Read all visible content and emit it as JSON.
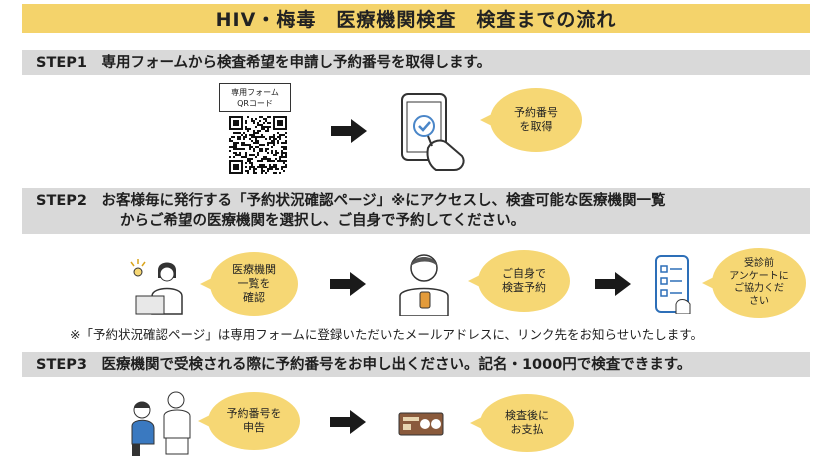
{
  "title": "HIV・梅毒　医療機関検査　検査までの流れ",
  "step1": {
    "heading": "STEP1　専用フォームから検査希望を申請し予約番号を取得します。",
    "qr_label": "専用フォーム\nQRコード",
    "bubble": "予約番号\nを取得"
  },
  "step2": {
    "heading_line1": "STEP2　お客様毎に発行する「予約状況確認ページ」※にアクセスし、検査可能な医療機関一覧",
    "heading_line2": "からご希望の医療機関を選択し、ご自身で予約してください。",
    "bubble1": "医療機関\n一覧を\n確認",
    "bubble2": "ご自身で\n検査予約",
    "bubble3": "受診前\nアンケートに\nご協力くだ\nさい",
    "note": "※「予約状況確認ページ」は専用フォームに登録いただいたメールアドレスに、リンク先をお知らせいたします。"
  },
  "step3": {
    "heading": "STEP3　医療機関で受検される際に予約番号をお申し出ください。記名・1000円で検査できます。",
    "bubble1": "予約番号を\n申告",
    "bubble2": "検査後に\nお支払"
  },
  "colors": {
    "title_bg": "#f4d36b",
    "step_bg": "#d9d9d9",
    "bubble": "#f6d774",
    "accent_blue": "#4a86c8",
    "arrow": "#1a1a1a"
  },
  "icons": [
    "qr-code-icon",
    "smartphone-check-icon",
    "person-laptop-icon",
    "person-phone-icon",
    "phone-checklist-icon",
    "doctor-consultation-icon",
    "card-terminal-icon",
    "arrow-right-icon"
  ]
}
